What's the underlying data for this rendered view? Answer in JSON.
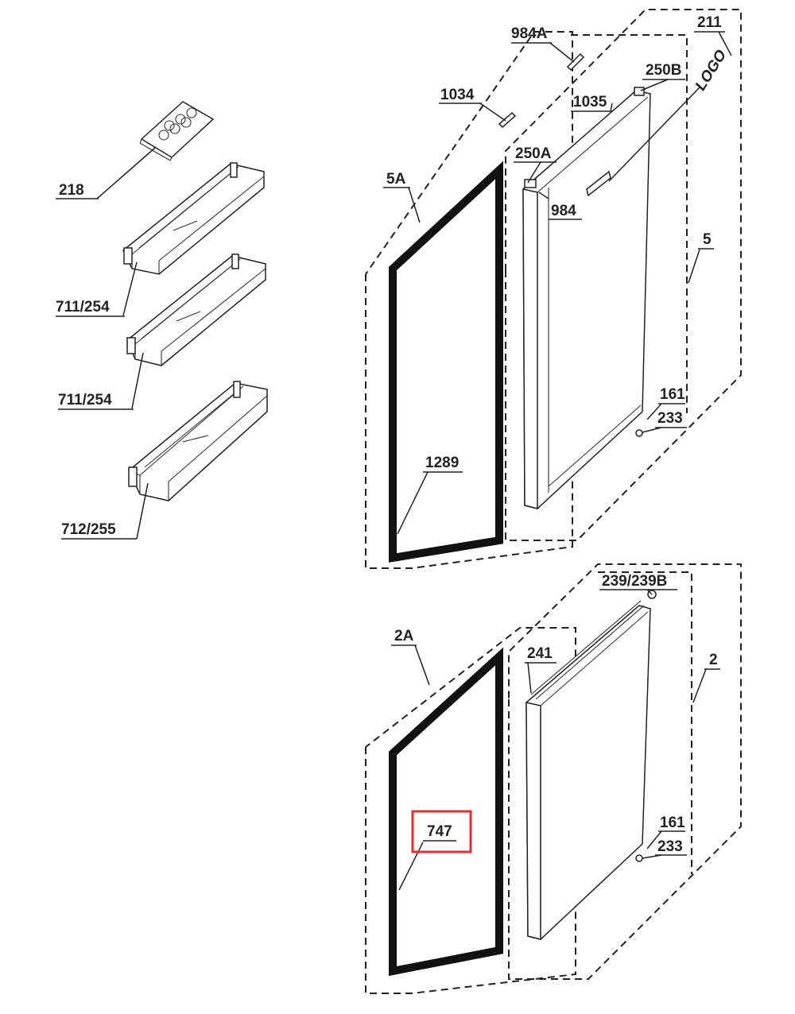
{
  "labels": {
    "l218": "218",
    "l711a": "711/254",
    "l711b": "711/254",
    "l712": "712/255",
    "l984A": "984A",
    "l211": "211",
    "logo": "LOGO",
    "l250B": "250B",
    "l1034": "1034",
    "l1035": "1035",
    "l250A": "250A",
    "l5A": "5A",
    "l984": "984",
    "l5": "5",
    "l161a": "161",
    "l233a": "233",
    "l1289": "1289",
    "l239": "239/239B",
    "l2A": "2A",
    "l241": "241",
    "l2": "2",
    "l747": "747",
    "l161b": "161",
    "l233b": "233"
  },
  "highlight": {
    "color": "#e03030",
    "label": "747"
  }
}
